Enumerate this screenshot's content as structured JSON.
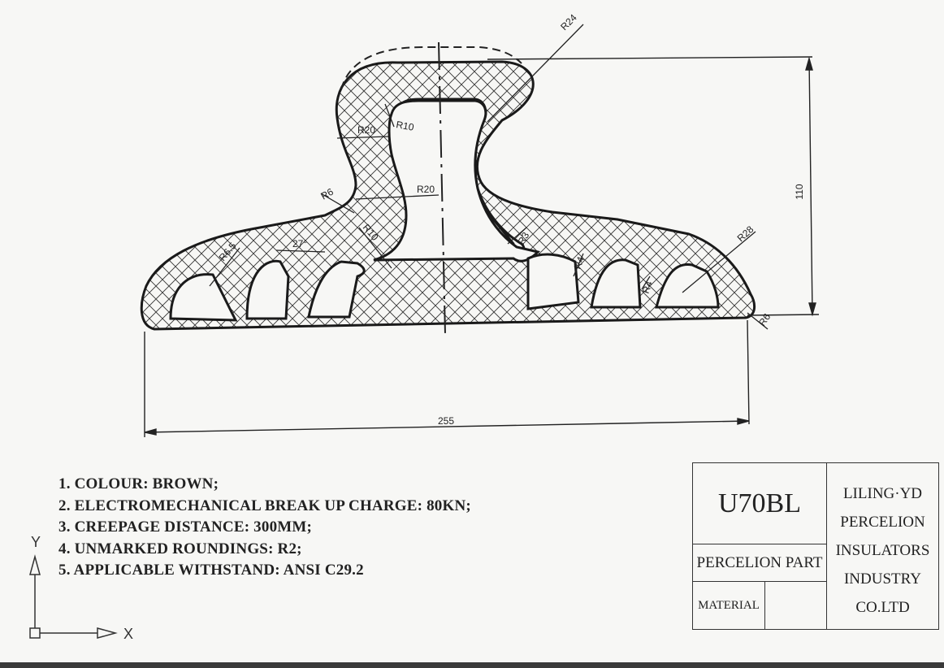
{
  "drawing": {
    "dimensions": {
      "top_radius": "R24",
      "inner_left_radius": "R20",
      "inner_top_radius": "R10",
      "neck_left_radius": "R6",
      "neck_right_radius": "R20",
      "neck_base_radius": "R10",
      "left_shed_radius": "R6.5",
      "shed_angle": "27°",
      "right_root_radius": "R3",
      "right_shed_1_radius": "R4",
      "right_shed_2_radius": "R4",
      "right_outer_radius": "R28",
      "right_bottom_radius": "R6",
      "height": "110",
      "width": "255"
    }
  },
  "notes": [
    "1. COLOUR: BROWN;",
    "2. ELECTROMECHANICAL BREAK UP CHARGE: 80KN;",
    "3. CREEPAGE DISTANCE: 300MM;",
    "4. UNMARKED ROUNDINGS: R2;",
    "5. APPLICABLE WITHSTAND: ANSI C29.2"
  ],
  "title_block": {
    "code": "U70BL",
    "part": "PERCELION PART",
    "material_label": "MATERIAL",
    "company": [
      "LILING·YD",
      "PERCELION",
      "INSULATORS",
      "INDUSTRY",
      "CO.LTD"
    ]
  },
  "ucs": {
    "y_label": "Y",
    "x_label": "X"
  }
}
